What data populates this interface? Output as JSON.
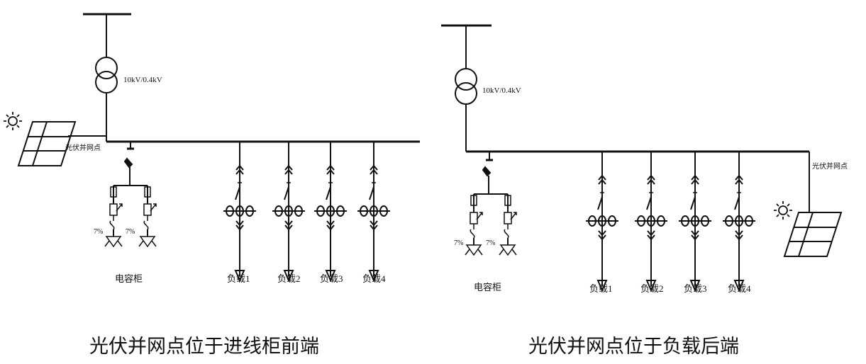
{
  "left": {
    "transformer_label": "10kV/0.4kV",
    "pv_point_label": "光伏并网点",
    "capacitor_label": "电容柜",
    "cap_ratio_1": "7%",
    "cap_ratio_2": "7%",
    "loads": [
      "负载1",
      "负载2",
      "负载3",
      "负载4"
    ],
    "caption": "光伏并网点位于进线柜前端"
  },
  "right": {
    "transformer_label": "10kV/0.4kV",
    "pv_point_label": "光伏并网点",
    "capacitor_label": "电容柜",
    "cap_ratio_1": "7%",
    "cap_ratio_2": "7%",
    "loads": [
      "负载1",
      "负载2",
      "负载3",
      "负载4"
    ],
    "caption": "光伏并网点位于负载后端"
  },
  "colors": {
    "line": "#111111",
    "background": "#ffffff"
  },
  "icons": [
    "sun-icon",
    "solar-panel-icon",
    "transformer-icon"
  ]
}
